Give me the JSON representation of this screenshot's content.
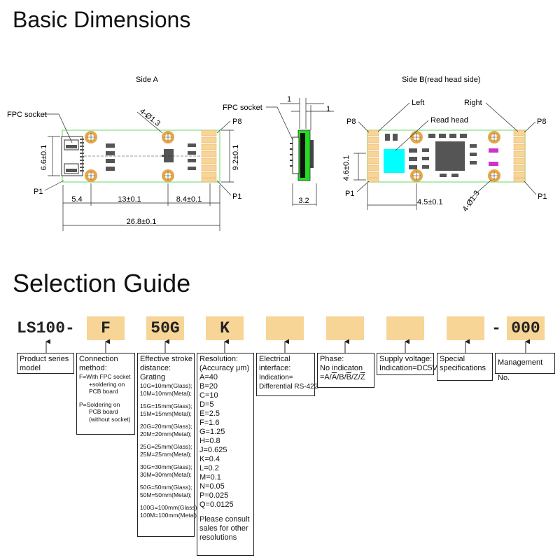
{
  "titles": {
    "dimensions": "Basic Dimensions",
    "selection": "Selection Guide"
  },
  "side_a": {
    "label": "Side A",
    "fpc_socket": "FPC socket",
    "hole": "4-Ø1.3",
    "p8": "P8",
    "p1_left": "P1",
    "p1_right": "P1",
    "dim_height": "6.6±0.1",
    "dim_pitch": "9.2±0.1",
    "dim_a": "5.4",
    "dim_b": "13±0.1",
    "dim_c": "8.4±0.1",
    "dim_total": "26.8±0.1"
  },
  "side_view": {
    "fpc_socket": "FPC socket",
    "dim_top1": "1",
    "dim_top2": "1",
    "dim_width": "3.2"
  },
  "side_b": {
    "label": "Side B(read head side)",
    "left": "Left",
    "right": "Right",
    "read_head": "Read head",
    "p8_left": "P8",
    "p8_right": "P8",
    "p1_left": "P1",
    "p1_right": "P1",
    "dim_height": "4.6±0.1",
    "dim_len": "4.5±0.1",
    "hole": "4-Ø1.3"
  },
  "code": {
    "prefix": "LS100-",
    "f": "F",
    "stroke": "50G",
    "resolution": "K",
    "dash": "-",
    "mgmt": "000"
  },
  "desc": {
    "product": [
      "Product series",
      "model"
    ],
    "connection": {
      "title": [
        "Connection",
        "method:"
      ],
      "f": [
        "F=With FPC socket",
        "+soldering on",
        "PCB board"
      ],
      "p": [
        "P=Soldering on",
        "PCB board",
        "(without socket)"
      ]
    },
    "stroke": {
      "title": [
        "Effective stroke",
        "distance:",
        "Grating"
      ],
      "groups": [
        [
          "10G=10mm(Glass);",
          "10M=10mm(Metal);"
        ],
        [
          "15G=15mm(Glass);",
          "15M=15mm(Metal);"
        ],
        [
          "20G=20mm(Glass);",
          "20M=20mm(Metal);"
        ],
        [
          "25G=25mm(Glass);",
          "25M=25mm(Metal);"
        ],
        [
          "30G=30mm(Glass);",
          "30M=30mm(Metal);"
        ],
        [
          "50G=50mm(Glass);",
          "50M=50mm(Metal);"
        ],
        [
          "100G=100mm(Glass);",
          "100M=100mm(Metal)."
        ]
      ]
    },
    "resolution": {
      "title": [
        "Resolution:",
        "(Accuracy μm)"
      ],
      "items": [
        "A=40",
        "B=20",
        "C=10",
        "D=5",
        "E=2.5",
        "F=1.6",
        "G=1.25",
        "H=0.8",
        "J=0.625",
        "K=0.4",
        "L=0.2",
        "M=0.1",
        "N=0.05",
        "P=0.025",
        "Q=0.0125"
      ],
      "note": [
        "Please consult",
        "sales for other",
        "resolutions"
      ]
    },
    "electrical": [
      "Electrical",
      "interface:",
      "Indication=",
      "Differential RS-422"
    ],
    "phase": {
      "l1": "Phase:",
      "l2": "No indicaton",
      "l3": "=A/A/B/B/Z/Z"
    },
    "voltage": [
      "Supply voltage:",
      "Indication=DC5V"
    ],
    "special": [
      "Special",
      "specifications"
    ],
    "management": "Management No."
  },
  "colors": {
    "pad": "#f7d596",
    "board_edge": "#7ee07e",
    "hole_ring": "#e5a64a",
    "cyan": "#00ffff",
    "green": "#22dd22",
    "magenta": "#cc33cc"
  }
}
